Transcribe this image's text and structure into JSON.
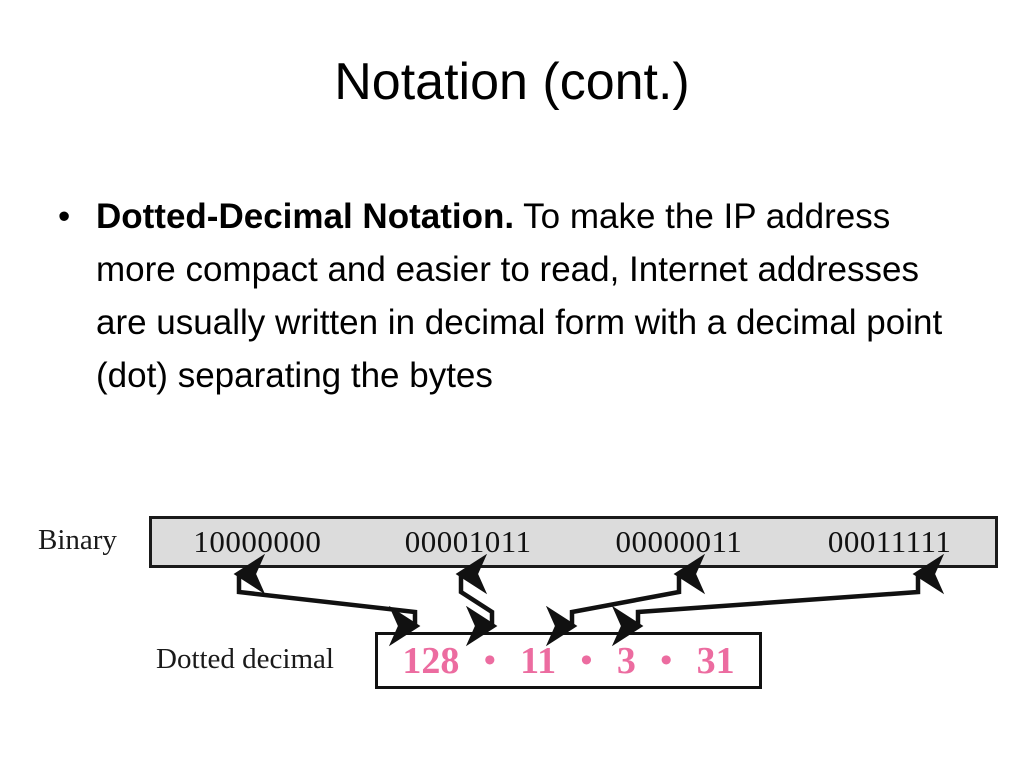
{
  "slide": {
    "title": "Notation (cont.)",
    "bullet": {
      "marker": "•",
      "bold_lead": "Dotted-Decimal Notation.",
      "rest": " To make the IP address more compact and easier to read, Internet addresses are usually written in decimal form with a decimal point (dot) separating the bytes"
    }
  },
  "figure": {
    "binary_label": "Binary",
    "dotted_label": "Dotted decimal",
    "binary_octets": [
      "10000000",
      "00001011",
      "00000011",
      "00011111"
    ],
    "decimal_values": [
      "128",
      "11",
      "3",
      "31"
    ],
    "separator": "•",
    "colors": {
      "binary_fill": "#dcdcdc",
      "binary_border": "#1a1a1a",
      "decimal_fill": "#ffffff",
      "decimal_border": "#111111",
      "decimal_text": "#ec6ca0",
      "arrow": "#111111",
      "text": "#000000"
    }
  }
}
